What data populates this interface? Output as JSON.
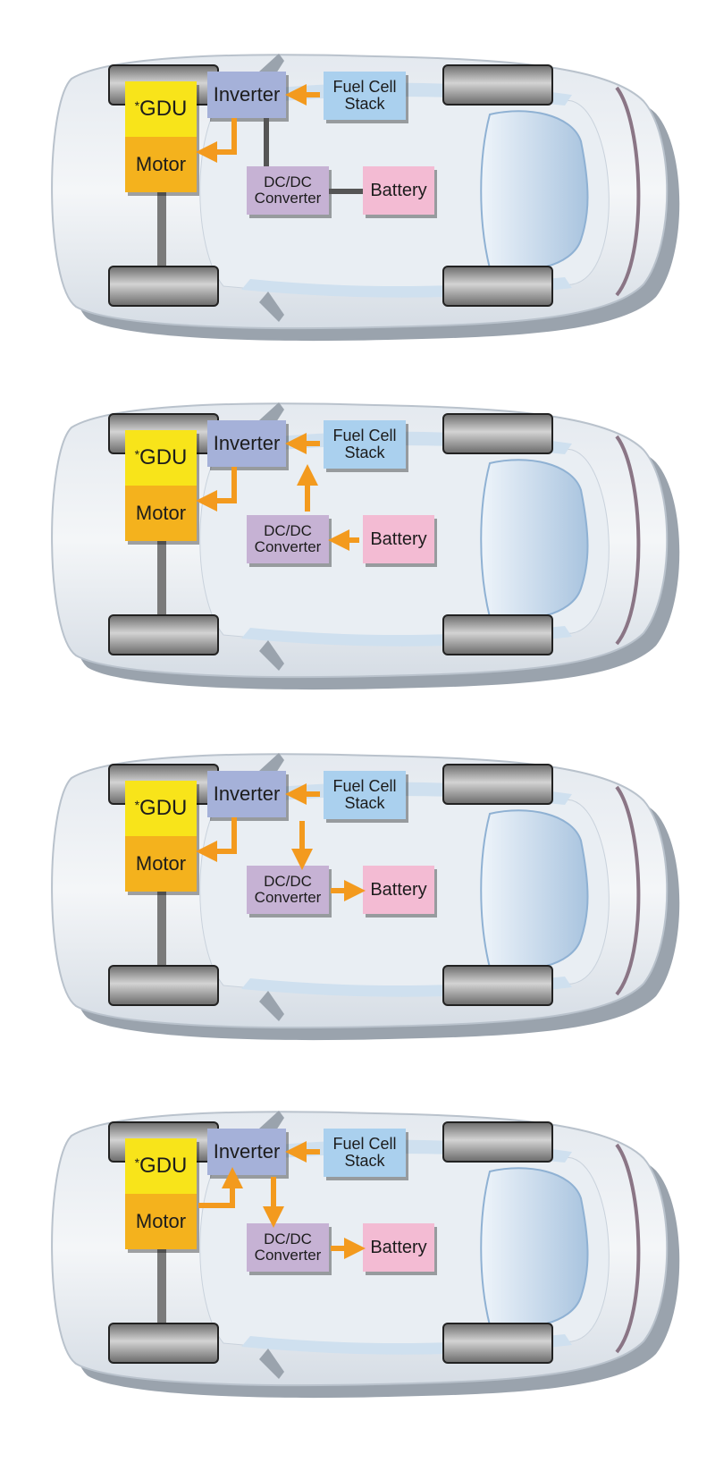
{
  "labels": {
    "gdu": "GDU",
    "gdu_mark": "*",
    "motor": "Motor",
    "inverter": "Inverter",
    "fuel_cell_line1": "Fuel Cell",
    "fuel_cell_line2": "Stack",
    "dcdc_line1": "DC/DC",
    "dcdc_line2": "Converter",
    "battery": "Battery"
  },
  "colors": {
    "gdu": "#f8e41a",
    "motor": "#f4b21d",
    "inverter": "#a5b1d9",
    "fuel_cell": "#aad0ee",
    "dcdc": "#c6b2d4",
    "battery": "#f3bbd3",
    "flow_arrow": "#f39a1e",
    "connector_line": "#555555"
  },
  "panels": [
    {
      "flows": [
        "fuel-cell-to-inverter",
        "inverter-to-motor"
      ],
      "connectors": [
        "inverter-dcdc",
        "dcdc-battery"
      ]
    },
    {
      "flows": [
        "fuel-cell-to-inverter",
        "battery-to-dcdc",
        "dcdc-to-inverter",
        "inverter-to-motor"
      ],
      "connectors": []
    },
    {
      "flows": [
        "fuel-cell-to-inverter",
        "fuel-cell-to-dcdc",
        "dcdc-to-battery",
        "inverter-to-motor"
      ],
      "connectors": []
    },
    {
      "flows": [
        "fuel-cell-to-inverter",
        "motor-to-inverter",
        "inverter-to-dcdc",
        "dcdc-to-battery"
      ],
      "connectors": []
    }
  ]
}
